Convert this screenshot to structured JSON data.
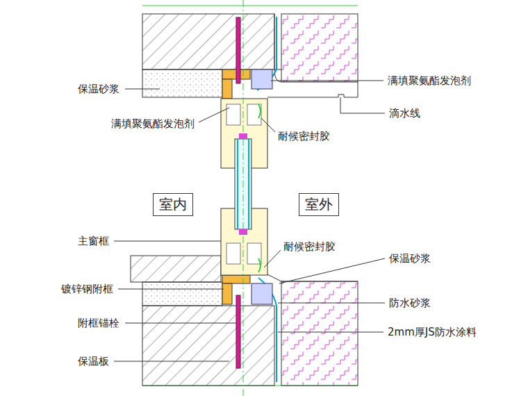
{
  "diagram": {
    "nodes": [
      {
        "text": [
          "室内"
        ]
      },
      {
        "text": [
          "室外"
        ]
      }
    ],
    "labels": [
      "保温砂浆",
      "满填聚氨酯发泡剂",
      "满填聚氨酯发泡剂",
      "滴水线",
      "耐候密封胶",
      "主窗框",
      "耐候密封胶",
      "保温砂浆",
      "镀锌钢附框",
      "防水砂浆",
      "附框锚栓",
      "2mm厚JS防水涂料",
      "保温板"
    ]
  }
}
